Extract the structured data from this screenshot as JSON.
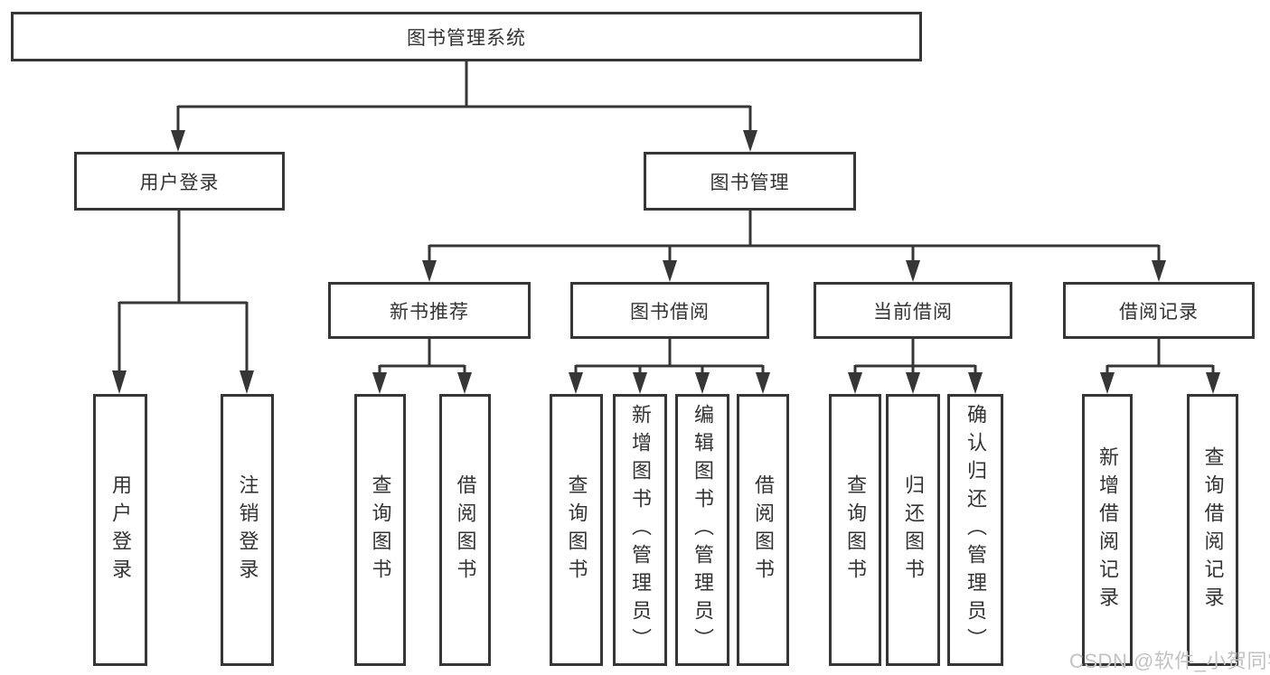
{
  "diagram": {
    "title": "图书管理系统",
    "line_color": "#363636",
    "level2": {
      "user_login": "用户登录",
      "book_mgmt": "图书管理"
    },
    "level3": {
      "new_books": "新书推荐",
      "book_borrow": "图书借阅",
      "current_borrow": "当前借阅",
      "borrow_records": "借阅记录"
    },
    "leaves": {
      "g1": [
        "用户登录",
        "注销登录"
      ],
      "g2": [
        "查询图书",
        "借阅图书"
      ],
      "g3": [
        "查询图书",
        "新增图书（管理员）",
        "编辑图书（管理员）",
        "借阅图书"
      ],
      "g4": [
        "查询图书",
        "归还图书",
        "确认归还（管理员）"
      ],
      "g5": [
        "新增借阅记录",
        "查询借阅记录"
      ]
    }
  },
  "watermark": {
    "text": "CSDN @软件_小贺同学",
    "color": "#c2c2c2"
  }
}
